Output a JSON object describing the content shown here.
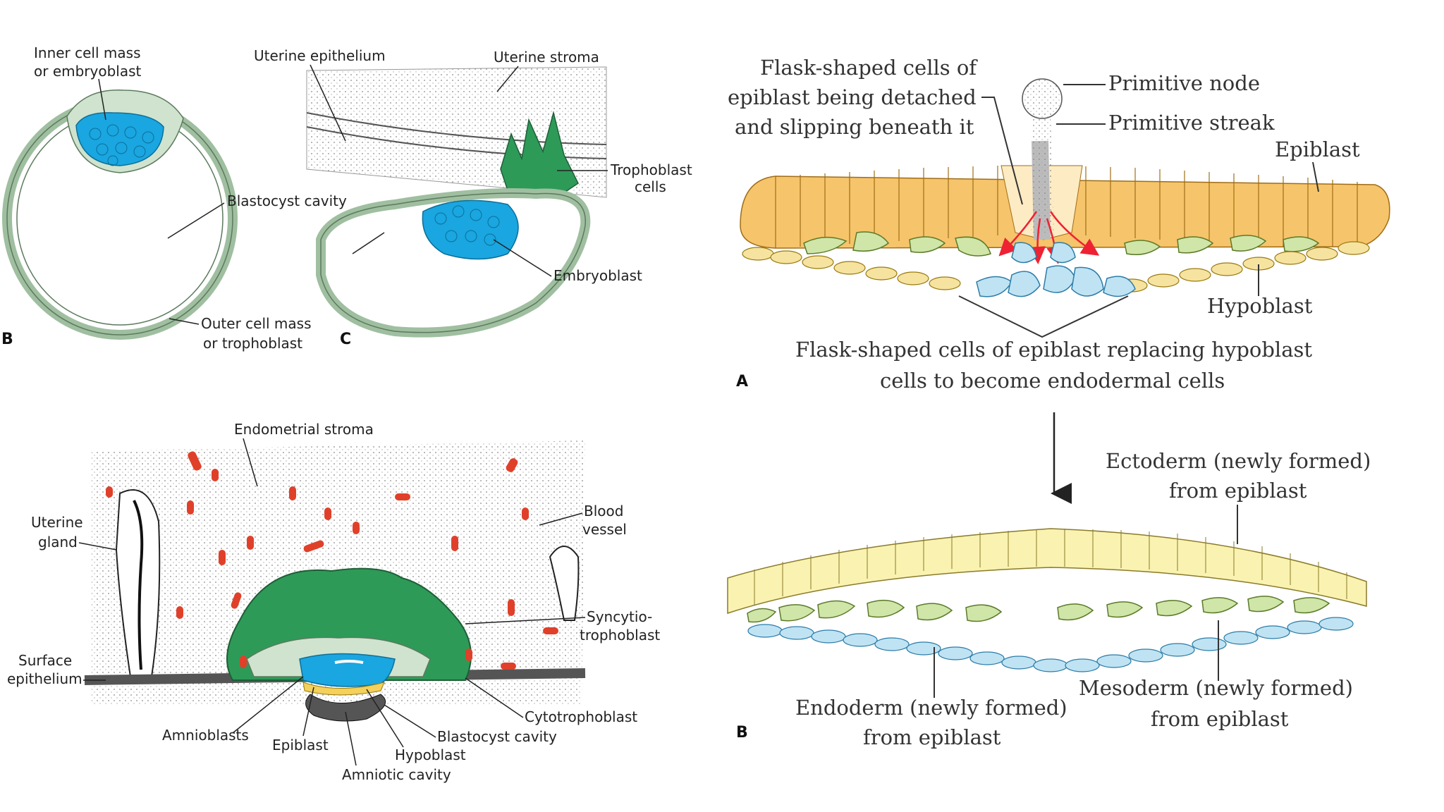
{
  "panel_b_left": {
    "letter": "B",
    "inner_cell_mass": [
      "Inner cell mass",
      "or embryoblast"
    ],
    "blastocyst_cavity": "Blastocyst cavity",
    "outer_cell_mass": [
      "Outer cell mass",
      "or trophoblast"
    ]
  },
  "panel_c": {
    "letter": "C",
    "uterine_epithelium": "Uterine epithelium",
    "uterine_stroma": "Uterine stroma",
    "trophoblast_cells": [
      "Trophoblast",
      "cells"
    ],
    "embryoblast": "Embryoblast"
  },
  "panel_bottom_left": {
    "endometrial_stroma": "Endometrial stroma",
    "uterine_gland": [
      "Uterine",
      "gland"
    ],
    "blood_vessel": [
      "Blood",
      "vessel"
    ],
    "syncytiotrophoblast": [
      "Syncytio-",
      "trophoblast"
    ],
    "surface_epithelium": [
      "Surface",
      "epithelium"
    ],
    "cytotrophoblast": "Cytotrophoblast",
    "amnioblasts": "Amnioblasts",
    "epiblast": "Epiblast",
    "blastocyst_cavity": "Blastocyst cavity",
    "hypoblast": "Hypoblast",
    "amniotic_cavity": "Amniotic cavity"
  },
  "panel_a_right": {
    "letter": "A",
    "flask_detached": [
      "Flask-shaped cells of",
      "epiblast being detached",
      "and slipping beneath it"
    ],
    "primitive_node": "Primitive node",
    "primitive_streak": "Primitive streak",
    "epiblast": "Epiblast",
    "hypoblast": "Hypoblast",
    "flask_replacing": [
      "Flask-shaped cells of epiblast replacing hypoblast",
      "cells to become endodermal cells"
    ]
  },
  "panel_b_right": {
    "letter": "B",
    "ectoderm": [
      "Ectoderm (newly formed)",
      "from epiblast"
    ],
    "mesoderm": [
      "Mesoderm (newly formed)",
      "from epiblast"
    ],
    "endoderm": [
      "Endoderm (newly formed)",
      "from epiblast"
    ]
  },
  "colors": {
    "embryoblast": "#1aa6e0",
    "trophoblast": "#cfe3cf",
    "syncytiotrophoblast": "#2e9a58",
    "blood_vessel": "#e0402a",
    "epiblast_orange": "#f6c46a",
    "ectoderm_yellow": "#f9f2b0",
    "mesoderm_green": "#cfe6a8",
    "endoderm_blue": "#bfe3f3",
    "hypoblast_yellow": "#f3d15a"
  }
}
